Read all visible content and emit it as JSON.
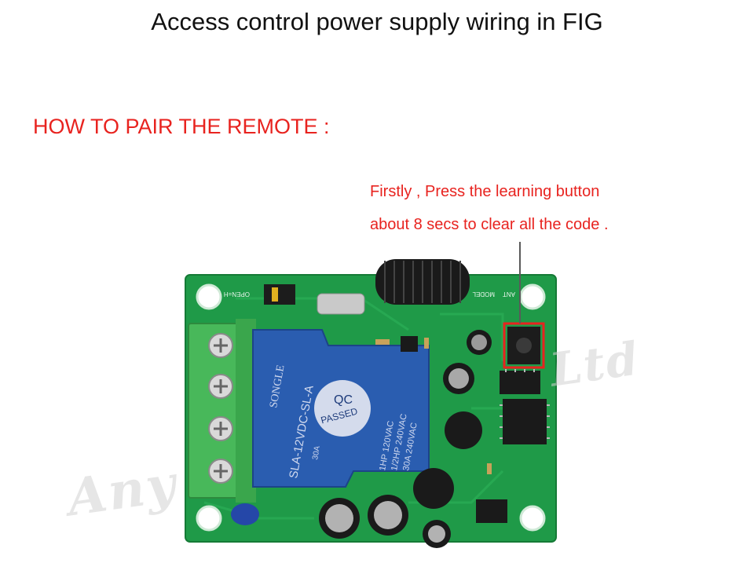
{
  "title": "Access control power supply wiring in FIG",
  "heading": "HOW TO PAIR THE REMOTE :",
  "instructions": {
    "line1": "Firstly , Press the learning button",
    "line2": "about 8 secs to clear all the code ."
  },
  "board": {
    "relay_brand": "SONGLE",
    "relay_model": "SLA-12VDC-SL-A",
    "relay_rating_amp": "30A",
    "relay_ratings": [
      "1HP 120VAC",
      "1/2HP 240VAC",
      "30A 240VAC"
    ],
    "qc_label": "QC",
    "qc_passed": "PASSED",
    "model_label": "MODEL",
    "ant_label": "ANT",
    "jumper_label": "OPEN=H"
  },
  "watermark": {
    "left": "Any",
    "right": "Ltd"
  },
  "colors": {
    "pcb_green": "#1f9a48",
    "terminal_green": "#48b85a",
    "relay_blue": "#2a5db0",
    "annotation_red": "#e8231f"
  }
}
